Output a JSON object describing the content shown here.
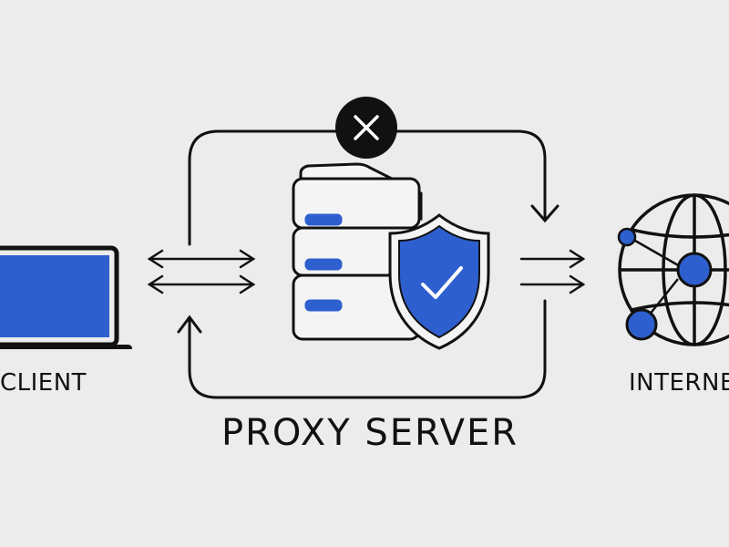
{
  "labels": {
    "client": "CLIENT",
    "internet": "INTERNET",
    "title": "PROXY SERVER"
  },
  "icons": {
    "client": "laptop-icon",
    "server": "server-stack-icon",
    "security": "shield-check-icon",
    "internet": "globe-icon",
    "blocked": "close-x-icon",
    "to_proxy": "bidirectional-arrows-icon",
    "to_internet": "right-arrows-icon"
  },
  "colors": {
    "background": "#ececec",
    "accent": "#2e5fcf",
    "stroke": "#111111",
    "panel": "#f4f4f4"
  }
}
